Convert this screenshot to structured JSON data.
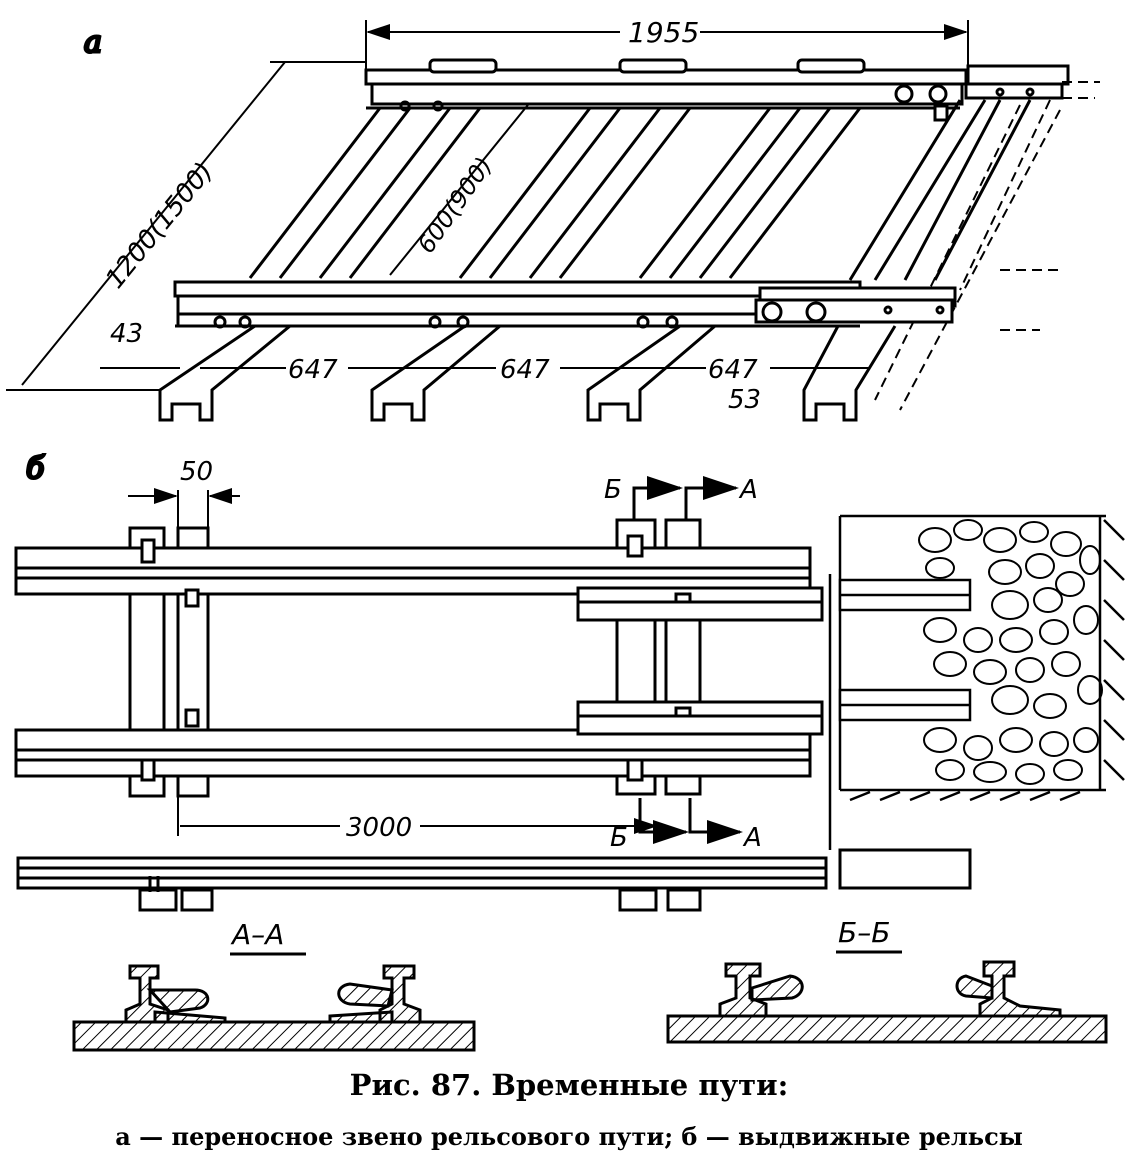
{
  "panel_a": {
    "label": "a",
    "dim_top": "1955",
    "dim_diag_outer": "1200(1500)",
    "dim_diag_inner": "600(900)",
    "dim_left": "43",
    "dim_spacing": [
      "647",
      "647",
      "647"
    ],
    "dim_right": "53"
  },
  "panel_b": {
    "label": "б",
    "dim_gap": "50",
    "dim_length": "3000",
    "section_b": "Б",
    "section_a": "А"
  },
  "sections": {
    "aa": "А–А",
    "bb": "Б–Б"
  },
  "caption": {
    "title": "Рис. 87. Временные пути:",
    "subtitle": "а — переносное звено рельсового пути; б — выдвижные рельсы"
  }
}
